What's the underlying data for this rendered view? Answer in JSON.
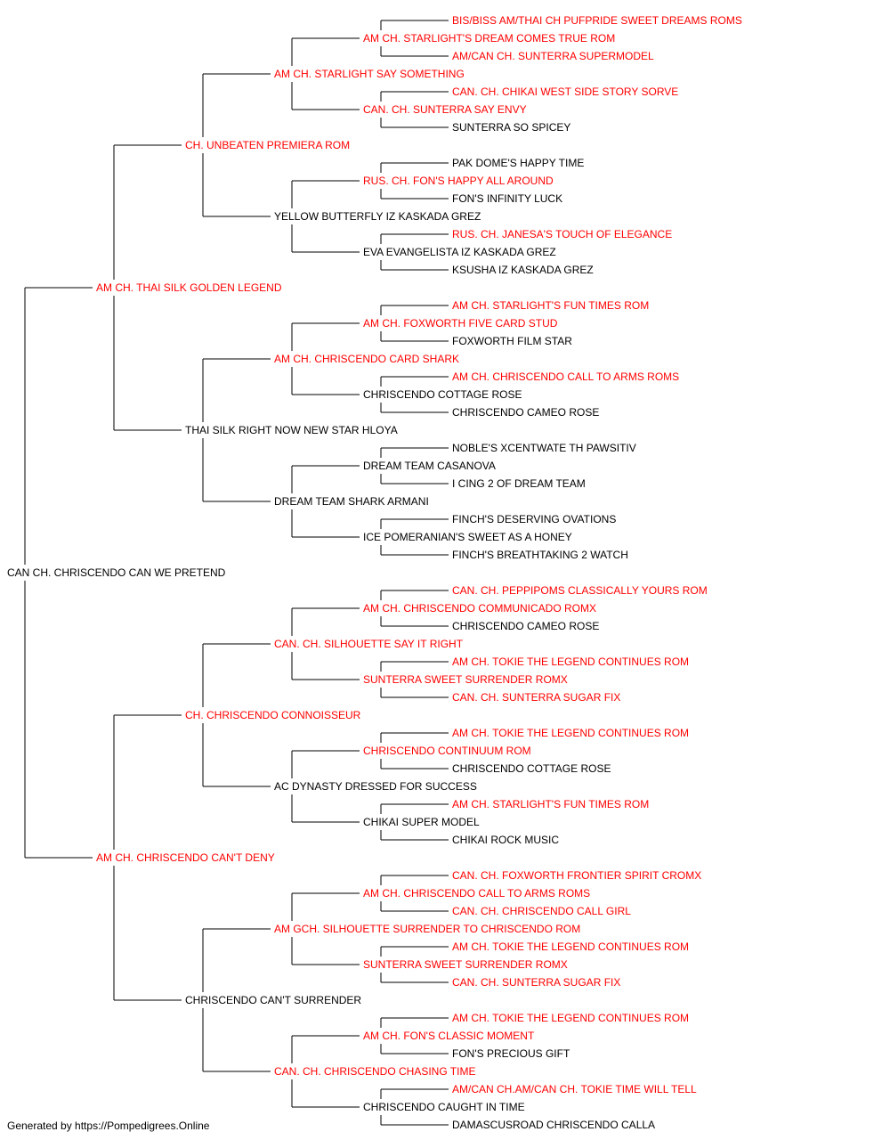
{
  "colors": {
    "champion": "#ff0000",
    "regular": "#000000",
    "line": "#000000"
  },
  "pedigree": {
    "name": "CAN CH. CHRISCENDO CAN WE PRETEND",
    "ch": false,
    "sire": {
      "name": "AM CH. THAI SILK GOLDEN LEGEND",
      "ch": true,
      "sire": {
        "name": "CH. UNBEATEN PREMIERA ROM",
        "ch": true,
        "sire": {
          "name": "AM CH. STARLIGHT SAY SOMETHING",
          "ch": true,
          "sire": {
            "name": "AM CH. STARLIGHT'S DREAM COMES TRUE ROM",
            "ch": true,
            "sire": {
              "name": "BIS/BISS AM/THAI CH PUFPRIDE SWEET DREAMS ROMS",
              "ch": true
            },
            "dam": {
              "name": "AM/CAN CH. SUNTERRA SUPERMODEL",
              "ch": true
            }
          },
          "dam": {
            "name": "CAN. CH. SUNTERRA SAY ENVY",
            "ch": true,
            "sire": {
              "name": "CAN. CH. CHIKAI WEST SIDE STORY SORVE",
              "ch": true
            },
            "dam": {
              "name": "SUNTERRA SO SPICEY",
              "ch": false
            }
          }
        },
        "dam": {
          "name": "YELLOW BUTTERFLY IZ KASKADA GREZ",
          "ch": false,
          "sire": {
            "name": "RUS. CH. FON'S HAPPY ALL AROUND",
            "ch": true,
            "sire": {
              "name": "PAK DOME'S HAPPY TIME",
              "ch": false
            },
            "dam": {
              "name": "FON'S INFINITY LUCK",
              "ch": false
            }
          },
          "dam": {
            "name": "EVA EVANGELISTA IZ KASKADA GREZ",
            "ch": false,
            "sire": {
              "name": "RUS. CH. JANESA'S TOUCH OF ELEGANCE",
              "ch": true
            },
            "dam": {
              "name": "KSUSHA IZ KASKADA GREZ",
              "ch": false
            }
          }
        }
      },
      "dam": {
        "name": "THAI SILK RIGHT NOW NEW STAR HLOYA",
        "ch": false,
        "sire": {
          "name": "AM CH. CHRISCENDO CARD SHARK",
          "ch": true,
          "sire": {
            "name": "AM CH. FOXWORTH FIVE CARD STUD",
            "ch": true,
            "sire": {
              "name": "AM CH. STARLIGHT'S FUN TIMES ROM",
              "ch": true
            },
            "dam": {
              "name": "FOXWORTH FILM STAR",
              "ch": false
            }
          },
          "dam": {
            "name": "CHRISCENDO COTTAGE ROSE",
            "ch": false,
            "sire": {
              "name": "AM CH. CHRISCENDO CALL TO ARMS ROMS",
              "ch": true
            },
            "dam": {
              "name": "CHRISCENDO CAMEO ROSE",
              "ch": false
            }
          }
        },
        "dam": {
          "name": "DREAM TEAM SHARK ARMANI",
          "ch": false,
          "sire": {
            "name": "DREAM TEAM CASANOVA",
            "ch": false,
            "sire": {
              "name": "NOBLE'S XCENTWATE TH PAWSITIV",
              "ch": false
            },
            "dam": {
              "name": "I CING 2 OF DREAM TEAM",
              "ch": false
            }
          },
          "dam": {
            "name": "ICE POMERANIAN'S SWEET AS A HONEY",
            "ch": false,
            "sire": {
              "name": "FINCH'S DESERVING OVATIONS",
              "ch": false
            },
            "dam": {
              "name": "FINCH'S BREATHTAKING 2 WATCH",
              "ch": false
            }
          }
        }
      }
    },
    "dam": {
      "name": "AM CH. CHRISCENDO CAN'T DENY",
      "ch": true,
      "sire": {
        "name": "CH. CHRISCENDO CONNOISSEUR",
        "ch": true,
        "sire": {
          "name": "CAN. CH. SILHOUETTE SAY IT RIGHT",
          "ch": true,
          "sire": {
            "name": "AM CH. CHRISCENDO COMMUNICADO ROMX",
            "ch": true,
            "sire": {
              "name": "CAN. CH. PEPPIPOMS CLASSICALLY YOURS ROM",
              "ch": true
            },
            "dam": {
              "name": "CHRISCENDO CAMEO ROSE",
              "ch": false
            }
          },
          "dam": {
            "name": "SUNTERRA SWEET SURRENDER ROMX",
            "ch": true,
            "sire": {
              "name": "AM CH. TOKIE THE LEGEND CONTINUES ROM",
              "ch": true
            },
            "dam": {
              "name": "CAN. CH. SUNTERRA SUGAR FIX",
              "ch": true
            }
          }
        },
        "dam": {
          "name": "AC DYNASTY DRESSED FOR SUCCESS",
          "ch": false,
          "sire": {
            "name": "CHRISCENDO CONTINUUM ROM",
            "ch": true,
            "sire": {
              "name": "AM CH. TOKIE THE LEGEND CONTINUES ROM",
              "ch": true
            },
            "dam": {
              "name": "CHRISCENDO COTTAGE ROSE",
              "ch": false
            }
          },
          "dam": {
            "name": "CHIKAI SUPER MODEL",
            "ch": false,
            "sire": {
              "name": "AM CH. STARLIGHT'S FUN TIMES ROM",
              "ch": true
            },
            "dam": {
              "name": "CHIKAI ROCK MUSIC",
              "ch": false
            }
          }
        }
      },
      "dam": {
        "name": "CHRISCENDO CAN'T SURRENDER",
        "ch": false,
        "sire": {
          "name": "AM GCH. SILHOUETTE SURRENDER TO CHRISCENDO ROM",
          "ch": true,
          "sire": {
            "name": "AM CH. CHRISCENDO CALL TO ARMS ROMS",
            "ch": true,
            "sire": {
              "name": "CAN. CH. FOXWORTH FRONTIER SPIRIT CROMX",
              "ch": true
            },
            "dam": {
              "name": "CAN. CH. CHRISCENDO CALL GIRL",
              "ch": true
            }
          },
          "dam": {
            "name": "SUNTERRA SWEET SURRENDER ROMX",
            "ch": true,
            "sire": {
              "name": "AM CH. TOKIE THE LEGEND CONTINUES ROM",
              "ch": true
            },
            "dam": {
              "name": "CAN. CH. SUNTERRA SUGAR FIX",
              "ch": true
            }
          }
        },
        "dam": {
          "name": "CAN. CH. CHRISCENDO CHASING TIME",
          "ch": true,
          "sire": {
            "name": "AM CH. FON'S CLASSIC MOMENT",
            "ch": true,
            "sire": {
              "name": "AM CH. TOKIE THE LEGEND CONTINUES ROM",
              "ch": true
            },
            "dam": {
              "name": "FON'S PRECIOUS GIFT",
              "ch": false
            }
          },
          "dam": {
            "name": "CHRISCENDO CAUGHT IN TIME",
            "ch": false,
            "sire": {
              "name": "AM/CAN CH.AM/CAN CH. TOKIE TIME WILL TELL",
              "ch": true
            },
            "dam": {
              "name": "DAMASCUSROAD CHRISCENDO CALLA",
              "ch": false
            }
          }
        }
      }
    }
  },
  "footer": {
    "text": "Generated by https://Pompedigrees.Online"
  }
}
